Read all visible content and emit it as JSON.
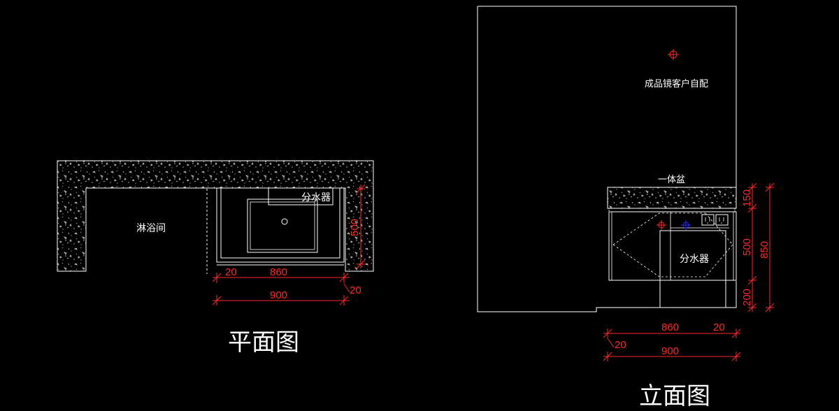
{
  "colors": {
    "background": "#000000",
    "line": "#ffffff",
    "dimension": "#ff2a2a",
    "marker_blue": "#2a2aff"
  },
  "plan": {
    "title": "平面图",
    "shower_label": "淋浴间",
    "diverter_label": "分水器",
    "dims": {
      "d860": "860",
      "d20a": "20",
      "d20b": "20",
      "d900": "900",
      "d500": "500"
    }
  },
  "elevation": {
    "title": "立面图",
    "mirror_note": "成品镜客户自配",
    "basin_label": "一体盆",
    "diverter_label": "分水器",
    "dims": {
      "d150": "150",
      "d500": "500",
      "d200": "200",
      "d850": "850",
      "d860": "860",
      "d20a": "20",
      "d20b": "20",
      "d900": "900"
    }
  }
}
